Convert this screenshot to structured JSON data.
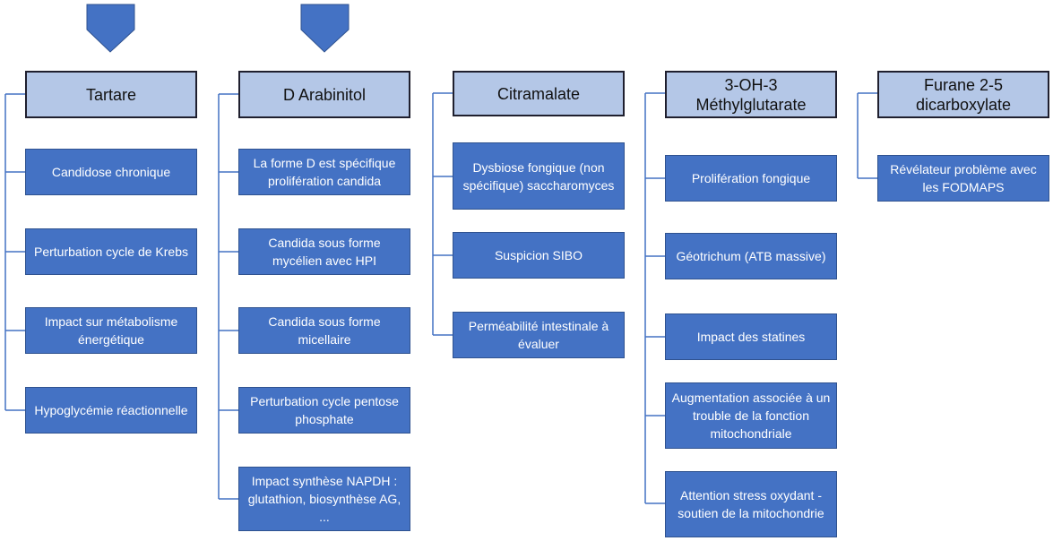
{
  "colors": {
    "header_fill": "#b4c7e7",
    "header_border": "#1f1f2e",
    "child_fill": "#4472c4",
    "child_text": "#ffffff",
    "connector": "#4472c4",
    "arrow": "#4472c4"
  },
  "columns": [
    {
      "title": "Tartare",
      "items": [
        "Candidose chronique",
        "Perturbation cycle de Krebs",
        "Impact sur métabolisme énergétique",
        "Hypoglycémie réactionnelle"
      ]
    },
    {
      "title": "D Arabinitol",
      "items": [
        "La forme D est spécifique prolifération candida",
        "Candida sous forme mycélien avec HPI",
        "Candida sous forme micellaire",
        "Perturbation cycle pentose phosphate",
        "Impact synthèse NAPDH : glutathion, biosynthèse AG, ..."
      ]
    },
    {
      "title": "Citramalate",
      "items": [
        "Dysbiose fongique (non spécifique) saccharomyces",
        "Suspicion SIBO",
        "Perméabilité intestinale à évaluer"
      ]
    },
    {
      "title": "3-OH-3 Méthylglutarate",
      "items": [
        "Prolifération fongique",
        "Géotrichum (ATB massive)",
        "Impact des statines",
        "Augmentation associée à un trouble de la fonction mitochondriale",
        "Attention stress oxydant - soutien de la mitochondrie"
      ]
    },
    {
      "title": "Furane 2-5 dicarboxylate",
      "items": [
        "Révélateur problème avec les FODMAPS"
      ]
    }
  ]
}
